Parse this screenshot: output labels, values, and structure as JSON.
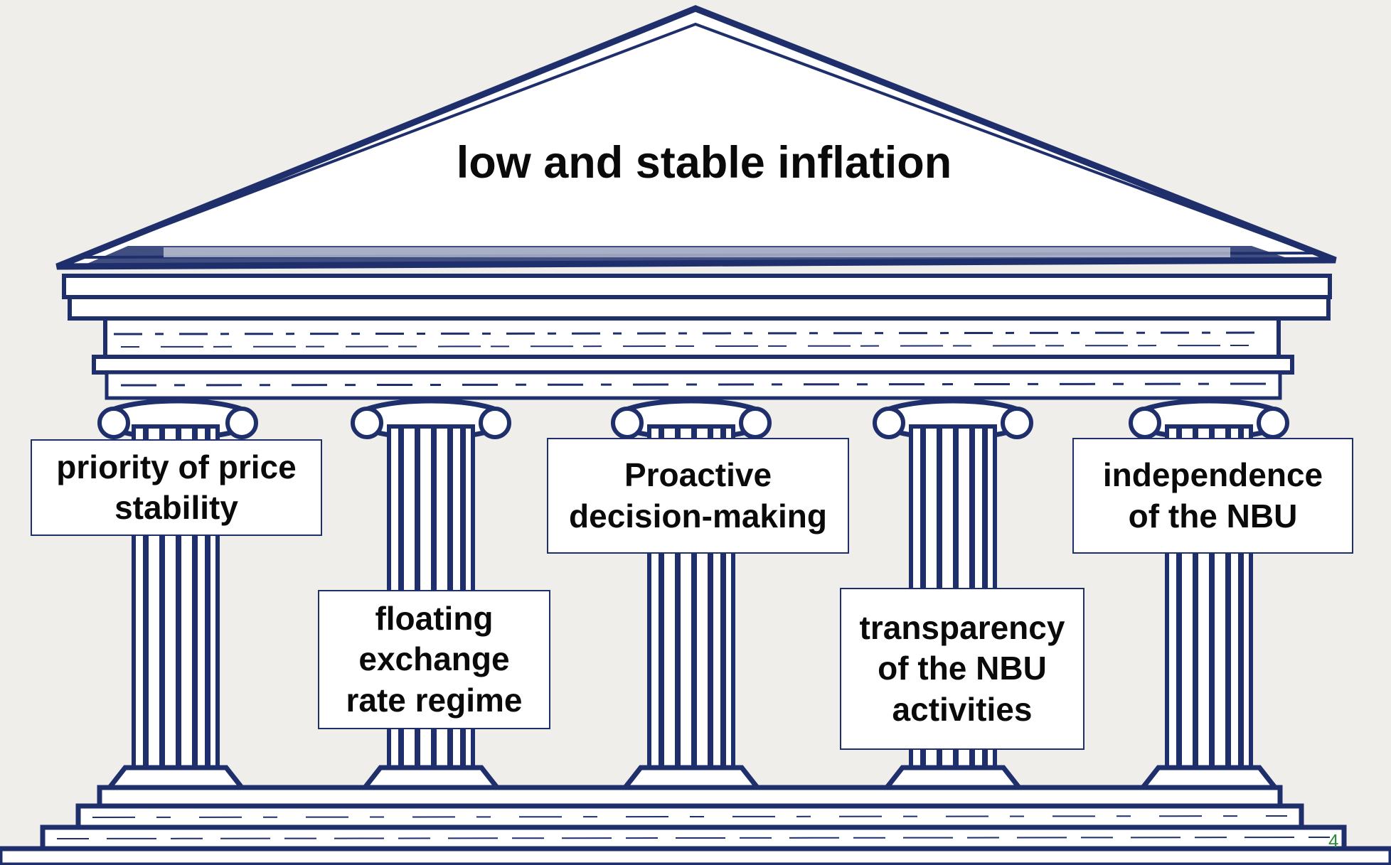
{
  "roof": {
    "title": "low and stable inflation"
  },
  "pillars": [
    {
      "lines": [
        "priority of price",
        "stability"
      ]
    },
    {
      "lines": [
        "floating",
        "exchange",
        "rate regime"
      ]
    },
    {
      "lines": [
        "Proactive",
        "decision-making"
      ]
    },
    {
      "lines": [
        "transparency",
        "of the NBU",
        "activities"
      ]
    },
    {
      "lines": [
        "independence",
        "of the NBU"
      ]
    }
  ],
  "slide_number": "4",
  "colors": {
    "ink": "#1f2f6b",
    "background": "#efeeeb",
    "box_fill": "#ffffff",
    "text": "#0a0a0a",
    "slide_number": "#2e8b3a"
  }
}
